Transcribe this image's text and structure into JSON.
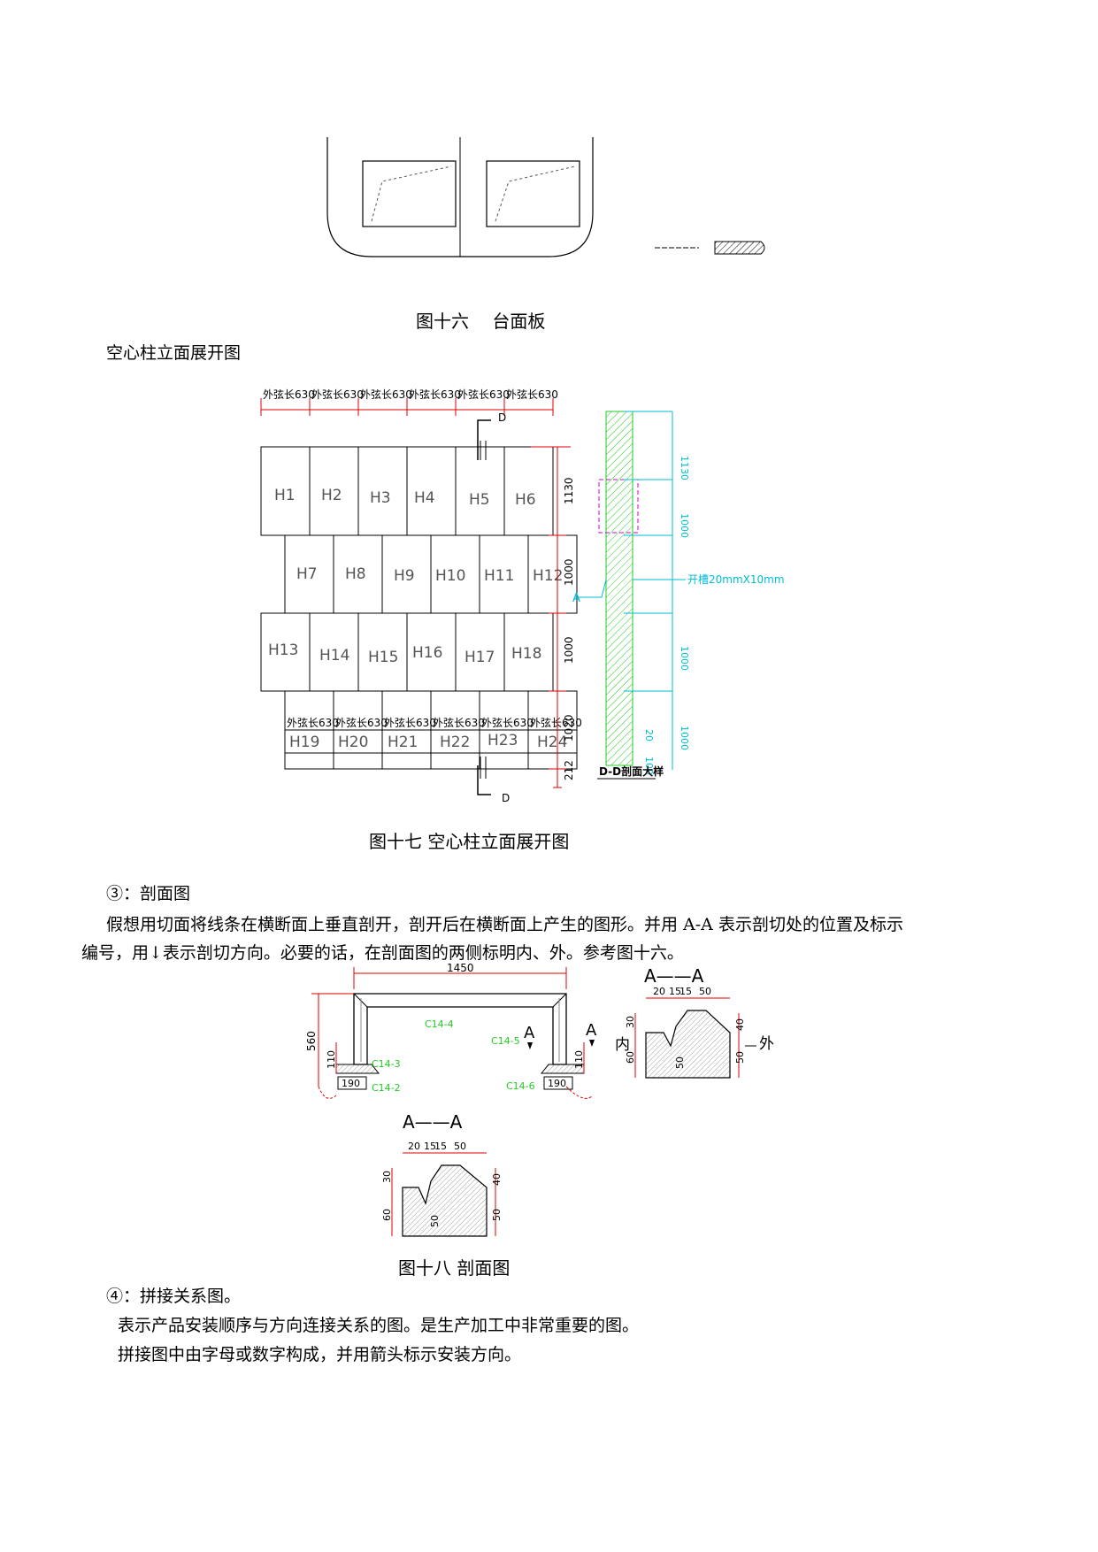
{
  "fig16": {
    "caption": "图十六　 台面板"
  },
  "heading_column": "空心柱立面展开图",
  "fig17": {
    "caption": "图十七 空心柱立面展开图",
    "chord_label": "外弦长630",
    "section_mark": "D",
    "panels_row1": [
      "H1",
      "H2",
      "H3",
      "H4",
      "H5",
      "H6"
    ],
    "panels_row2": [
      "H7",
      "H8",
      "H9",
      "H10",
      "H11",
      "H12"
    ],
    "panels_row3": [
      "H13",
      "H14",
      "H15",
      "H16",
      "H17",
      "H18"
    ],
    "panels_row4": [
      "H19",
      "H20",
      "H21",
      "H22",
      "H23",
      "H24"
    ],
    "dims": [
      "1130",
      "1000",
      "1000",
      "1020",
      "212"
    ],
    "section_title": "D-D剖面大样",
    "section_dims": [
      "1130",
      "1000",
      "1000",
      "1000",
      "20",
      "100"
    ],
    "section_groove": "开槽20mmX10mm",
    "section_label_a": "A"
  },
  "sec3": {
    "heading": "③：剖面图",
    "line1": "假想用切面将线条在横断面上垂直剖开，剖开后在横断面上产生的图形。并用 A-A 表示剖切处的位置及标示",
    "line2": "编号，用↓表示剖切方向。必要的话，在剖面图的两侧标明内、外。参考图十六。"
  },
  "fig18": {
    "caption": "图十八 剖面图",
    "width_dim": "1450",
    "height_dim": "560",
    "dim_110": "110",
    "dim_190": "190",
    "codes": [
      "C14-4",
      "C14-5",
      "C14-3",
      "C14-2",
      "C14-6"
    ],
    "cut_label": "A",
    "aa_label": "A——A",
    "profile_dims_top": [
      "20",
      "15",
      "15",
      "50"
    ],
    "profile_dims_left": [
      "30",
      "60"
    ],
    "profile_dims_right": [
      "40",
      "50"
    ],
    "profile_dim_inner": "50",
    "inner_label": "内",
    "outer_label": "外"
  },
  "sec4": {
    "heading": "④：拼接关系图。",
    "line1": "表示产品安装顺序与方向连接关系的图。是生产加工中非常重要的图。",
    "line2": "拼接图中由字母或数字构成，并用箭头标示安装方向。"
  },
  "colors": {
    "dimension_red": "#e00000",
    "annotation_green": "#22cc22",
    "cyan": "#00bcd4",
    "magenta": "#d000d0"
  }
}
